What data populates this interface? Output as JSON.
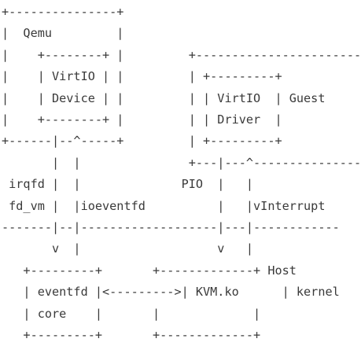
{
  "diagram": {
    "lines": [
      "+---------------+",
      "|  Qemu         |",
      "|    +--------+ |         +-----------------------+",
      "|    | VirtIO | |         | +---------+           |",
      "|    | Device | |         | | VirtIO  | Guest     |",
      "|    +--------+ |         | | Driver  |           |",
      "+------|--^-----+         | +---------+           |",
      "       |  |               +---|---^---------------+",
      " irqfd |  |              PIO  |   |",
      " fd_vm |  |ioeventfd          |   |vInterrupt",
      "-------|--|-------------------|---|------------",
      "       v  |                   v   |",
      "   +---------+       +-------------+ Host",
      "   | eventfd |<--------->| KVM.ko      | kernel",
      "   | core    |       |             |",
      "   +---------+       +-------------+"
    ]
  }
}
